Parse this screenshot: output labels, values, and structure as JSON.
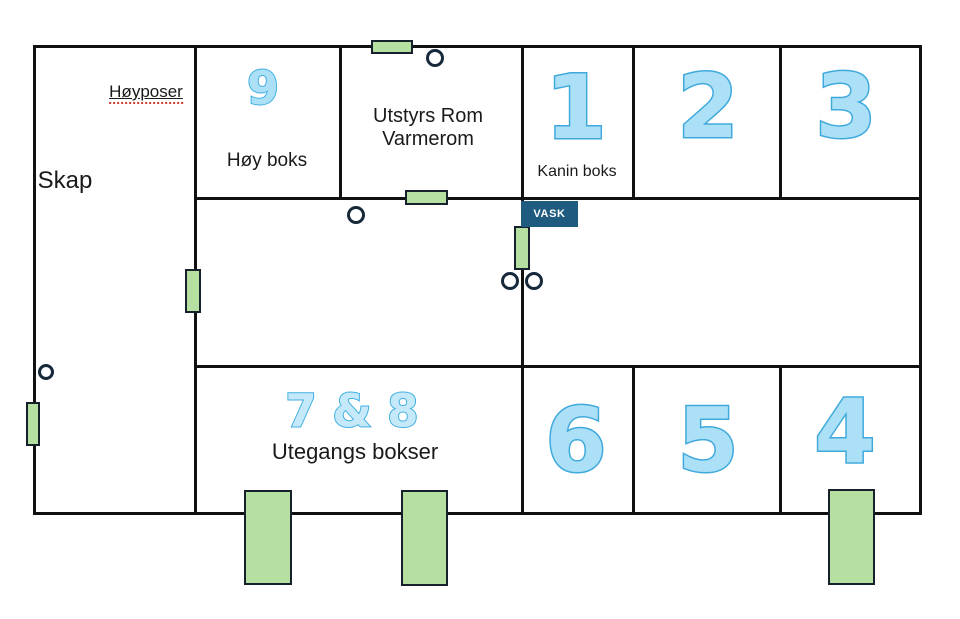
{
  "colors": {
    "wall": "#111111",
    "door_fill": "#b5e0a2",
    "door_border": "#17212b",
    "marker_border": "#16293a",
    "number_fill": "#ace0f7",
    "number_stroke": "#3fa9dc",
    "wash_badge_bg": "#1e5b7e",
    "wash_badge_text": "#ffffff",
    "spellcheck_underline": "#d03b2f"
  },
  "icons": {
    "door_marker": "green-rectangle",
    "circle_marker": "open-circle"
  },
  "wash": {
    "label": "VASK"
  },
  "rooms": {
    "skap": {
      "label": "Skap",
      "storage": "Høyposer"
    },
    "hay_box": {
      "number": "9",
      "label": "Høy boks"
    },
    "equipment": {
      "line1": "Utstyrs Rom",
      "line2": "Varmerom"
    },
    "box1": {
      "number": "1",
      "label": "Kanin boks"
    },
    "box2": {
      "number": "2"
    },
    "box3": {
      "number": "3"
    },
    "box4": {
      "number": "4"
    },
    "box5": {
      "number": "5"
    },
    "box6": {
      "number": "6"
    },
    "outdoor": {
      "number": "7 & 8",
      "label": "Utegangs bokser"
    }
  }
}
